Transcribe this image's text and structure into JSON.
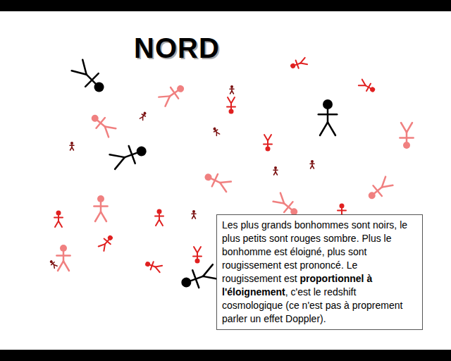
{
  "diagram": {
    "title": "NORD",
    "nodes": [
      {
        "text": [
          "Les plus grands bonhommes sont noirs, le plus petits sont rouges sombre. Plus le bonhomme est éloigné, plus sont rougissement est prononcé. Le rougissement est",
          "proportionnel à l'éloignement",
          ", c'est le redshift cosmologique (ce n'est pas à proprement parler un effet Doppler)."
        ]
      }
    ]
  }
}
